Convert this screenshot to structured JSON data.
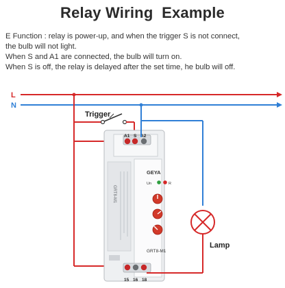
{
  "title": "Relay Wiring  Example",
  "description": {
    "line1": "E Function : relay is power-up, and when the trigger S is not connect,",
    "line2": "the bulb will not light.",
    "line3": "When S and A1 are connected, the bulb will turn on.",
    "line4": "When S is off, the relay is delayed after the set time, he bulb will off."
  },
  "wires": {
    "l_label": "L",
    "n_label": "N",
    "l_color": "#d62828",
    "n_color": "#2f7fd6"
  },
  "labels": {
    "trigger": "Trigger",
    "lamp": "Lamp"
  },
  "relay": {
    "brand": "GEYA",
    "model": "GRT8-M1",
    "top_terminals": [
      "A1",
      "S",
      "A2"
    ],
    "bottom_terminals": [
      "15",
      "16",
      "18"
    ],
    "led_un": "Un",
    "led_r": "R",
    "side_text": "GRT8-M1"
  }
}
